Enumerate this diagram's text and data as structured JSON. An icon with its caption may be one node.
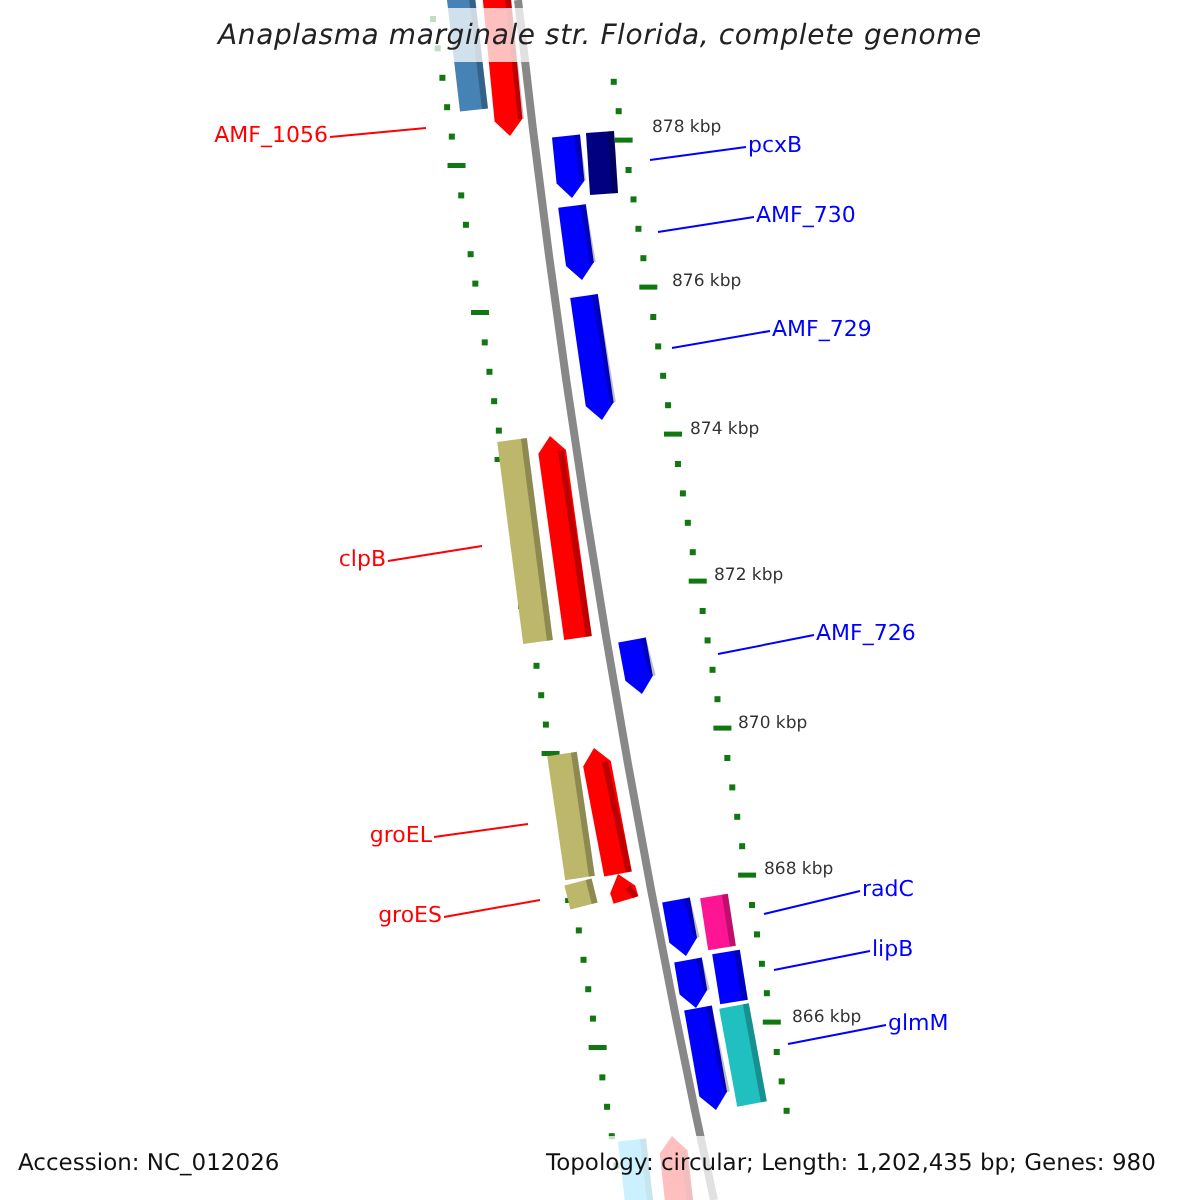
{
  "diagram": {
    "title": "Anaplasma marginale str. Florida, complete genome",
    "nodes": [
      {
        "text": [
          "AMF_1056"
        ]
      },
      {
        "text": [
          "pcxB"
        ]
      },
      {
        "text": [
          "AMF_730"
        ]
      },
      {
        "text": [
          "AMF_729"
        ]
      },
      {
        "text": [
          "clpB"
        ]
      },
      {
        "text": [
          "AMF_726"
        ]
      },
      {
        "text": [
          "groEL"
        ]
      },
      {
        "text": [
          "radC"
        ]
      },
      {
        "text": [
          "groES"
        ]
      },
      {
        "text": [
          "lipB"
        ]
      },
      {
        "text": [
          "glmM"
        ]
      }
    ],
    "edges": [
      {
        "from": 0,
        "to": null,
        "arrow": "none",
        "color": "#ff0000"
      },
      {
        "from": 1,
        "to": null,
        "arrow": "none"
      },
      {
        "from": 2,
        "to": null,
        "arrow": "none"
      },
      {
        "from": 3,
        "to": null,
        "arrow": "none"
      },
      {
        "from": 4,
        "to": null,
        "arrow": "none",
        "color": "#ff0000"
      },
      {
        "from": 5,
        "to": null,
        "arrow": "none"
      },
      {
        "from": 6,
        "to": null,
        "arrow": "none",
        "color": "#ff0000"
      },
      {
        "from": 7,
        "to": null,
        "arrow": "none"
      },
      {
        "from": 8,
        "to": null,
        "arrow": "none",
        "color": "#ff0000"
      },
      {
        "from": 9,
        "to": null,
        "arrow": "none"
      },
      {
        "from": 10,
        "to": null,
        "arrow": "none"
      }
    ],
    "labels": [
      "878 kbp",
      "876 kbp",
      "874 kbp",
      "872 kbp",
      "870 kbp",
      "868 kbp",
      "866 kbp",
      "Accession: NC_012026",
      "Topology: circular; Length: 1,202,435 bp; Genes: 980"
    ]
  }
}
